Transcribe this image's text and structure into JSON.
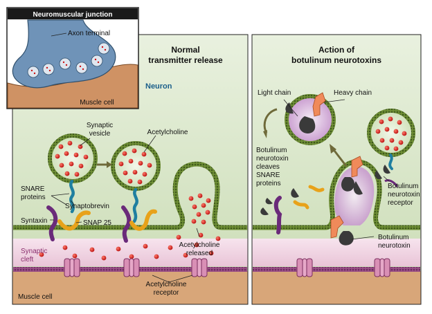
{
  "inset": {
    "title": "Neuromuscular junction",
    "axon_terminal": "Axon terminal",
    "muscle_cell": "Muscle cell"
  },
  "left_panel": {
    "title_line1": "Normal",
    "title_line2": "transmitter release",
    "neuron": "Neuron",
    "synaptic_vesicle_line1": "Synaptic",
    "synaptic_vesicle_line2": "vesicle",
    "acetylcholine": "Acetylcholine",
    "snare_line1": "SNARE",
    "snare_line2": "proteins",
    "synaptobrevin": "Synaptobrevin",
    "syntaxin": "Syntaxin",
    "snap25": "SNAP 25",
    "ach_released_line1": "Acetylcholine",
    "ach_released_line2": "released",
    "synaptic_cleft_line1": "Synaptic",
    "synaptic_cleft_line2": "cleft",
    "ach_receptor_line1": "Acetylcholine",
    "ach_receptor_line2": "receptor",
    "muscle_cell": "Muscle cell"
  },
  "right_panel": {
    "title_line1": "Action of",
    "title_line2": "botulinum neurotoxins",
    "light_chain": "Light chain",
    "heavy_chain": "Heavy chain",
    "cleaves_lines": [
      "Botulinum",
      "neurotoxin",
      "cleaves",
      "SNARE",
      "proteins"
    ],
    "receptor_lines": [
      "Botulinum",
      "neurotoxin",
      "receptor"
    ],
    "toxin_lines": [
      "Botulinum",
      "neurotoxin"
    ]
  },
  "colors": {
    "neuron_fill": "#d9e6c9",
    "cleft_fill": "#f4dbe7",
    "muscle_fill": "#d9a77b",
    "membrane": "#5b7a2c",
    "ach": "#cc1111",
    "synaptobrevin": "#1f7fa0",
    "syntaxin": "#6a2a7a",
    "snap25": "#e8a21a",
    "toxin_light": "#444444",
    "toxin_heavy": "#f08a5a",
    "cleft_label": "#8a2e6e",
    "neuron_label": "#1a5e8a",
    "inset_title_bg": "#1a1a1a"
  }
}
